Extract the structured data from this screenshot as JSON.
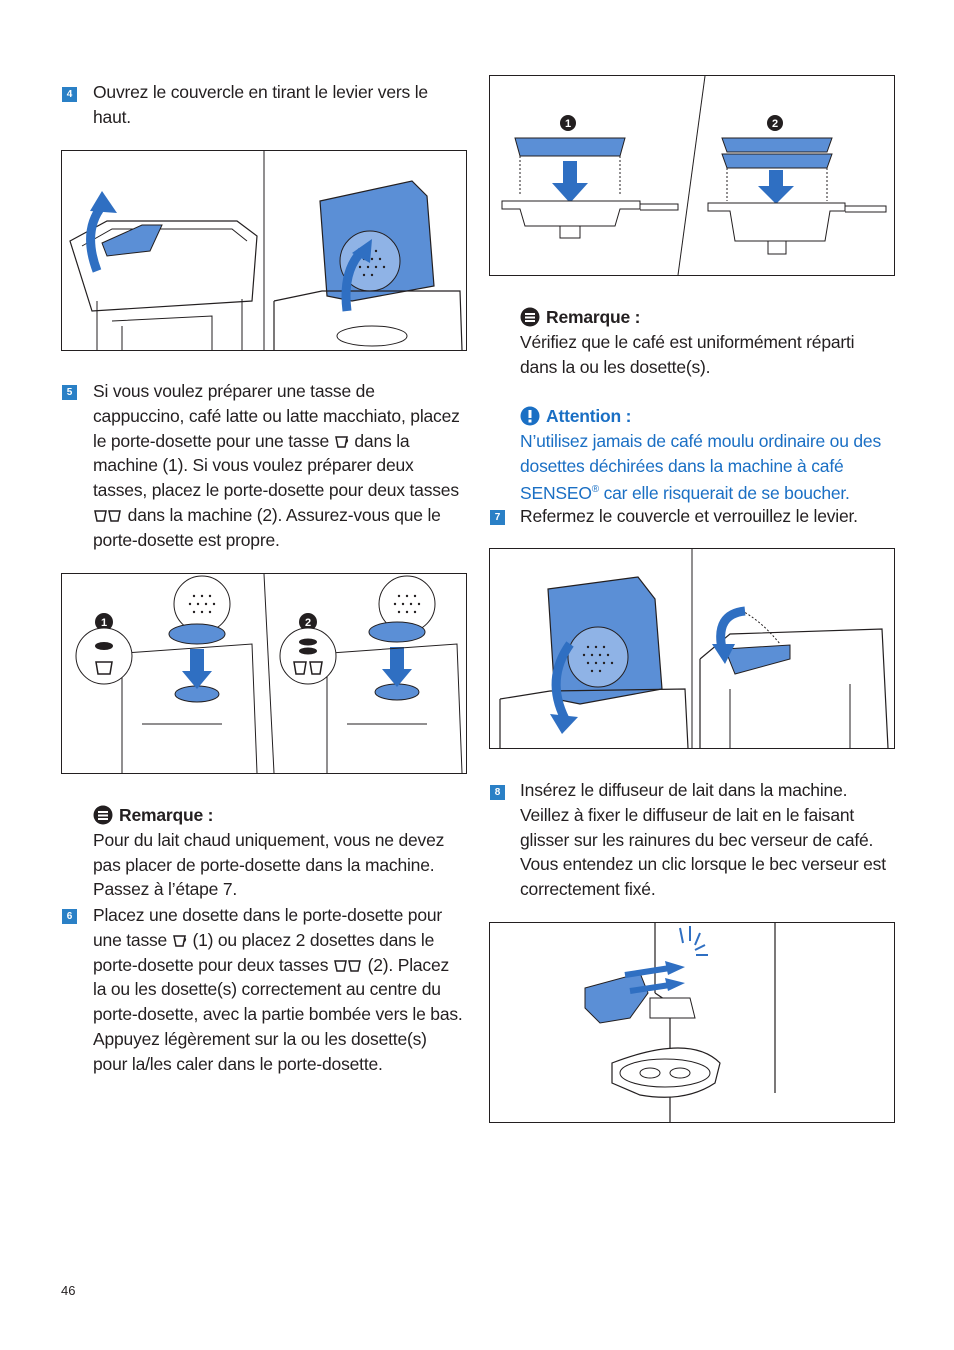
{
  "page": {
    "number": "46"
  },
  "steps": {
    "s4": {
      "num": "4",
      "text": "Ouvrez le couvercle en tirant le levier vers le haut."
    },
    "s5": {
      "num": "5",
      "text_a": "Si vous voulez préparer une tasse de cappuccino, café latte ou latte macchiato, placez le porte-dosette pour une tasse",
      "text_b": "dans la machine (1). Si vous voulez préparer deux tasses, placez le porte-dosette pour deux tasses",
      "text_c": "dans la machine (2). Assurez-vous que le porte-dosette est propre."
    },
    "s6": {
      "num": "6",
      "text_a": "Placez une dosette dans le porte-dosette pour une tasse",
      "text_b": "(1) ou placez 2 dosettes dans le porte-dosette pour deux tasses",
      "text_c": "(2). Placez la ou les dosette(s) correctement au centre du porte-dosette, avec la partie bombée vers le bas. Appuyez légèrement sur la ou les dosette(s) pour la/les caler dans le porte-dosette."
    },
    "s7": {
      "num": "7",
      "text": "Refermez le couvercle et verrouillez le levier."
    },
    "s8": {
      "num": "8",
      "text": "Insérez le diffuseur de lait dans la machine. Veillez à fixer le diffuseur de lait en le faisant glisser sur les rainures du bec verseur de café. Vous entendez un clic lorsque le bec verseur est correctement fixé."
    }
  },
  "notes": {
    "left": {
      "title": "Remarque :",
      "text": "Pour du lait chaud uniquement, vous ne devez pas placer de porte-dosette dans la machine. Passez à l’étape 7."
    },
    "right": {
      "title": "Remarque :",
      "text": "Vérifiez que le café est uniformément réparti dans la ou les dosette(s)."
    }
  },
  "attention": {
    "title": "Attention :",
    "text_a": "N’utilisez jamais de café moulu ordinaire ou des dosettes déchirées dans la machine à café SENSEO",
    "reg": "®",
    "text_b": " car elle risquerait de se boucher."
  },
  "figure_labels": {
    "one": "1",
    "two": "2"
  },
  "icons": {
    "note": "note-icon",
    "attention": "exclamation-icon",
    "one_cup": "one-cup-icon",
    "two_cups": "two-cups-icon"
  },
  "colors": {
    "accent_blue": "#2a80c6",
    "part_blue": "#5b8fd6",
    "arrow_blue": "#2f6fc2",
    "text_blue": "#1a6fc4"
  }
}
